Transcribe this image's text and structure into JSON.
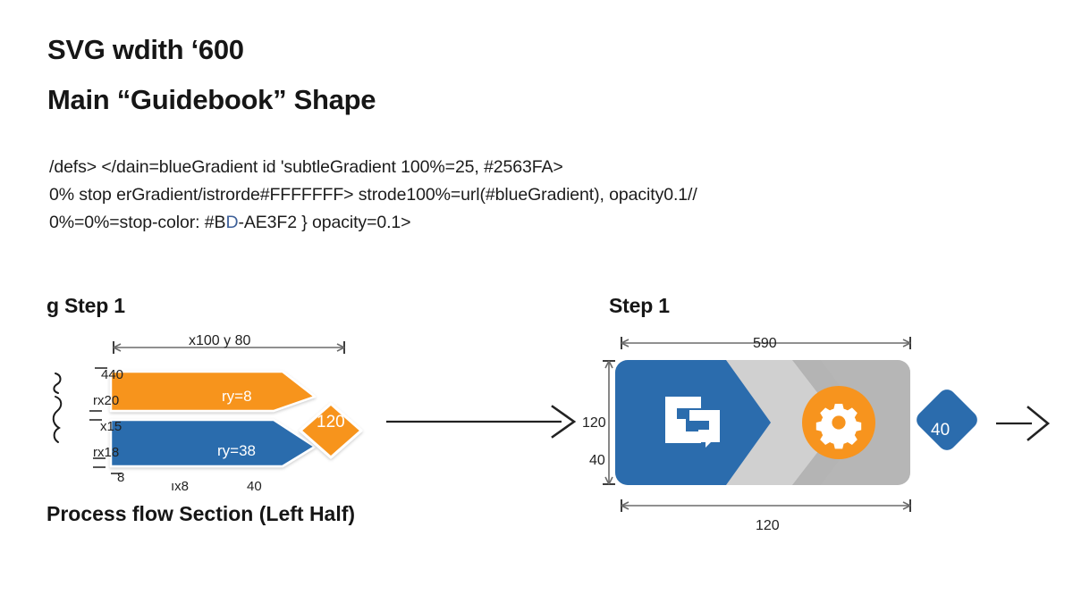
{
  "headings": {
    "title_1": "SVG wdith ‘600",
    "title_2": "Main “Guidebook” Shape"
  },
  "code": {
    "line_1": "/defs> </dain=blueGradient id 'subtleGradient 100%=25, #2563FA>",
    "line_2": "0% stop erGradient/istrorde#FFFFFFF> strode100%=url(#blueGradient), opacity0.1//",
    "line_3_a": "0%=0%=stop-color: #B",
    "line_3_tint": "D",
    "line_3_b": "-AE3F2 } opacity=0.1>"
  },
  "left_panel": {
    "step_label": "g Step 1",
    "caption": "Process flow Section (Left Half)",
    "top_dimension": "x100 y 80",
    "left_labels": [
      "440",
      "rx20",
      "x15",
      "rx18",
      "8"
    ],
    "bottom_labels": [
      "ıx8",
      "40"
    ],
    "band_top_label": "ry=8",
    "band_bottom_label": "ry=38",
    "diamond_label": "120",
    "colors": {
      "orange": "#F7941E",
      "blue": "#2B6CAD"
    }
  },
  "right_panel": {
    "step_label": "Step 1",
    "dim_top": "590",
    "dim_left_upper": "120",
    "dim_left_lower": "40",
    "dim_bottom": "120",
    "diamond_label": "40",
    "icons": {
      "chevron_icon": "windows-stack-icon",
      "circle_icon": "gear-icon"
    },
    "colors": {
      "blue": "#2B6CAD",
      "orange": "#F7941E",
      "grey_light": "#DCDCDC",
      "grey_mid": "#C8C8C8",
      "grey_dark": "#A9A9A9"
    }
  },
  "connectors": {
    "middle_arrow": "arrow-right",
    "end_arrow": "arrow-right"
  }
}
